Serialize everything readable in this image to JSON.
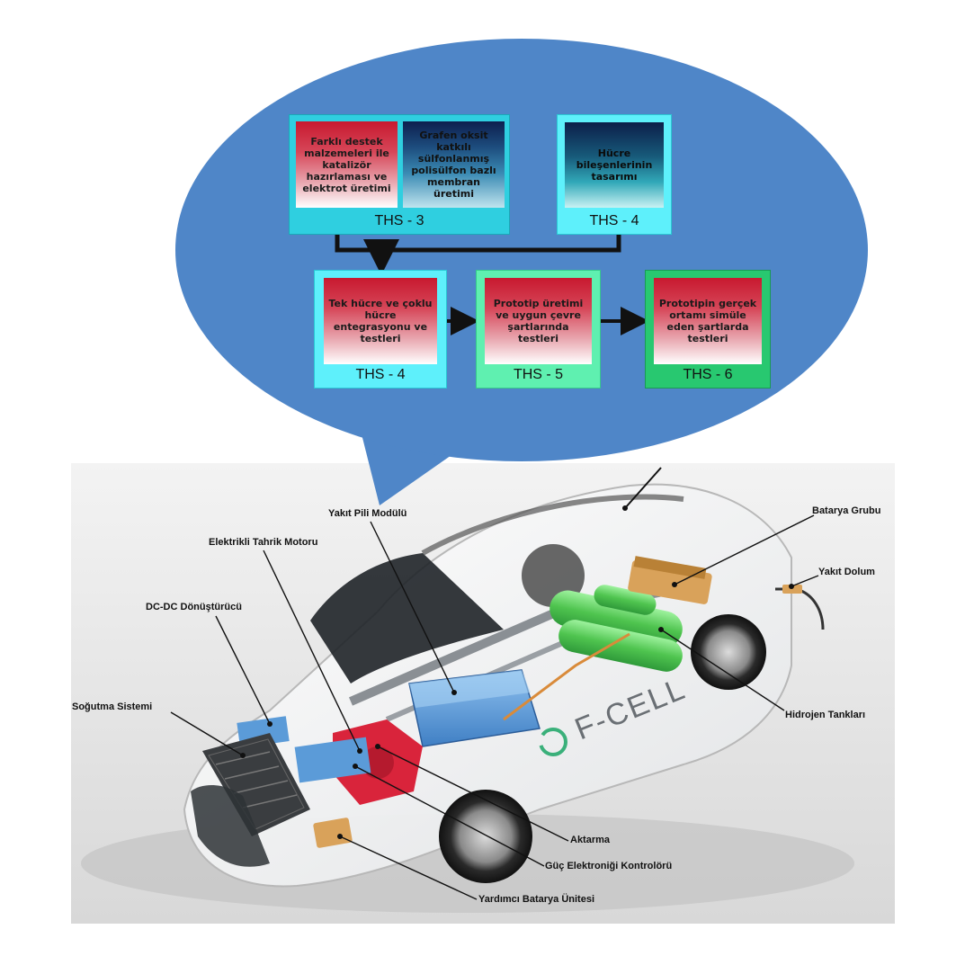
{
  "flow": {
    "ths3": {
      "box1_text": "Farklı destek malzemeleri ile katalizör hazırlaması ve elektrot üretimi",
      "box2_text": "Grafen oksit katkılı sülfonlanmış polisülfon bazlı membran üretimi",
      "label": "THS - 3"
    },
    "ths4_top": {
      "text": "Hücre bileşenlerinin tasarımı",
      "label": "THS - 4"
    },
    "ths4": {
      "text": "Tek hücre ve çoklu hücre entegrasyonu ve testleri",
      "label": "THS - 4"
    },
    "ths5": {
      "text": "Prototip üretimi ve uygun çevre şartlarında testleri",
      "label": "THS - 5"
    },
    "ths6": {
      "text": "Prototipin gerçek ortamı simüle eden şartlarda testleri",
      "label": "THS - 6"
    }
  },
  "car": {
    "brand_text": "F-CELL",
    "labels": {
      "yakit_pili": "Yakıt Pili Modülü",
      "batarya_grubu": "Batarya Grubu",
      "tahrik_motoru": "Elektrikli Tahrik Motoru",
      "yakit_dolum": "Yakıt Dolum",
      "dcdc": "DC-DC Dönüştürücü",
      "sogutma": "Soğutma Sistemi",
      "hidrojen": "Hidrojen Tankları",
      "aktarma": "Aktarma",
      "guc_kontrol": "Güç Elektroniği Kontrolörü",
      "yardimci_batarya": "Yardımcı Batarya Ünitesi"
    }
  },
  "colors": {
    "bubble": "#4f86c8",
    "ths3_frame": "#2fcfe0",
    "ths4_frame": "#5ef0fb",
    "ths5_frame": "#5ff0b0",
    "ths6_frame": "#28c870",
    "hydrogen_tank": "#6ed96e",
    "fuel_cell_module": "#5b9bd8",
    "motor": "#d9243b",
    "battery_gold": "#d9a25a"
  }
}
